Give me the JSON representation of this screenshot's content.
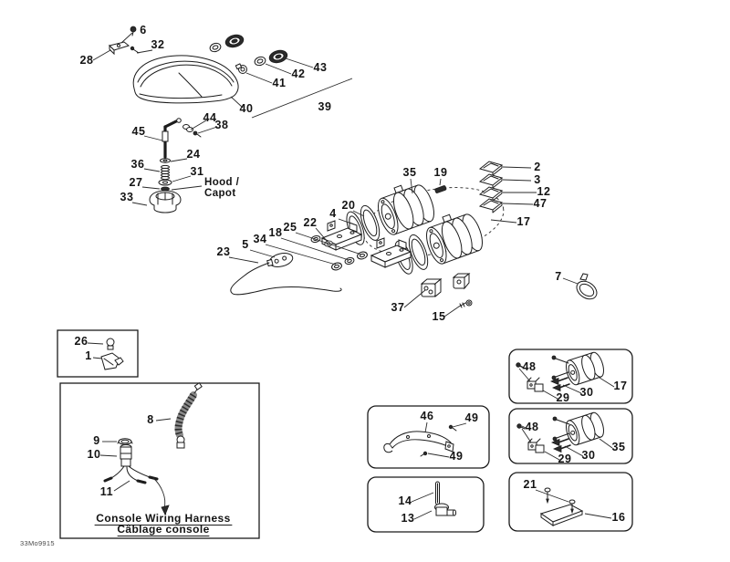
{
  "diagram": {
    "footer_code": "33Mo9915",
    "notes": {
      "hood_line1": "Hood /",
      "hood_line2": "Capot",
      "console_line1": "Console Wiring Harness",
      "console_line2": "Câblage console"
    },
    "callouts": {
      "n1": "1",
      "n2": "2",
      "n3": "3",
      "n4": "4",
      "n5": "5",
      "n6": "6",
      "n7": "7",
      "n8": "8",
      "n9": "9",
      "n10": "10",
      "n11": "11",
      "n12": "12",
      "n13": "13",
      "n14": "14",
      "n15": "15",
      "n16": "16",
      "n17": "17",
      "n17b": "17",
      "n18": "18",
      "n19": "19",
      "n20": "20",
      "n21": "21",
      "n22": "22",
      "n23": "23",
      "n24": "24",
      "n25": "25",
      "n26": "26",
      "n27": "27",
      "n28": "28",
      "n29a": "29",
      "n29b": "29",
      "n30a": "30",
      "n30b": "30",
      "n31": "31",
      "n32": "32",
      "n33": "33",
      "n34": "34",
      "n35": "35",
      "n35b": "35",
      "n36": "36",
      "n37": "37",
      "n38": "38",
      "n39": "39",
      "n40": "40",
      "n41": "41",
      "n42": "42",
      "n43": "43",
      "n44": "44",
      "n45": "45",
      "n46": "46",
      "n47": "47",
      "n48a": "48",
      "n48b": "48",
      "n49a": "49",
      "n49b": "49"
    },
    "colors": {
      "background": "#ffffff",
      "line": "#1c1c1c",
      "label_text": "#141414"
    }
  }
}
